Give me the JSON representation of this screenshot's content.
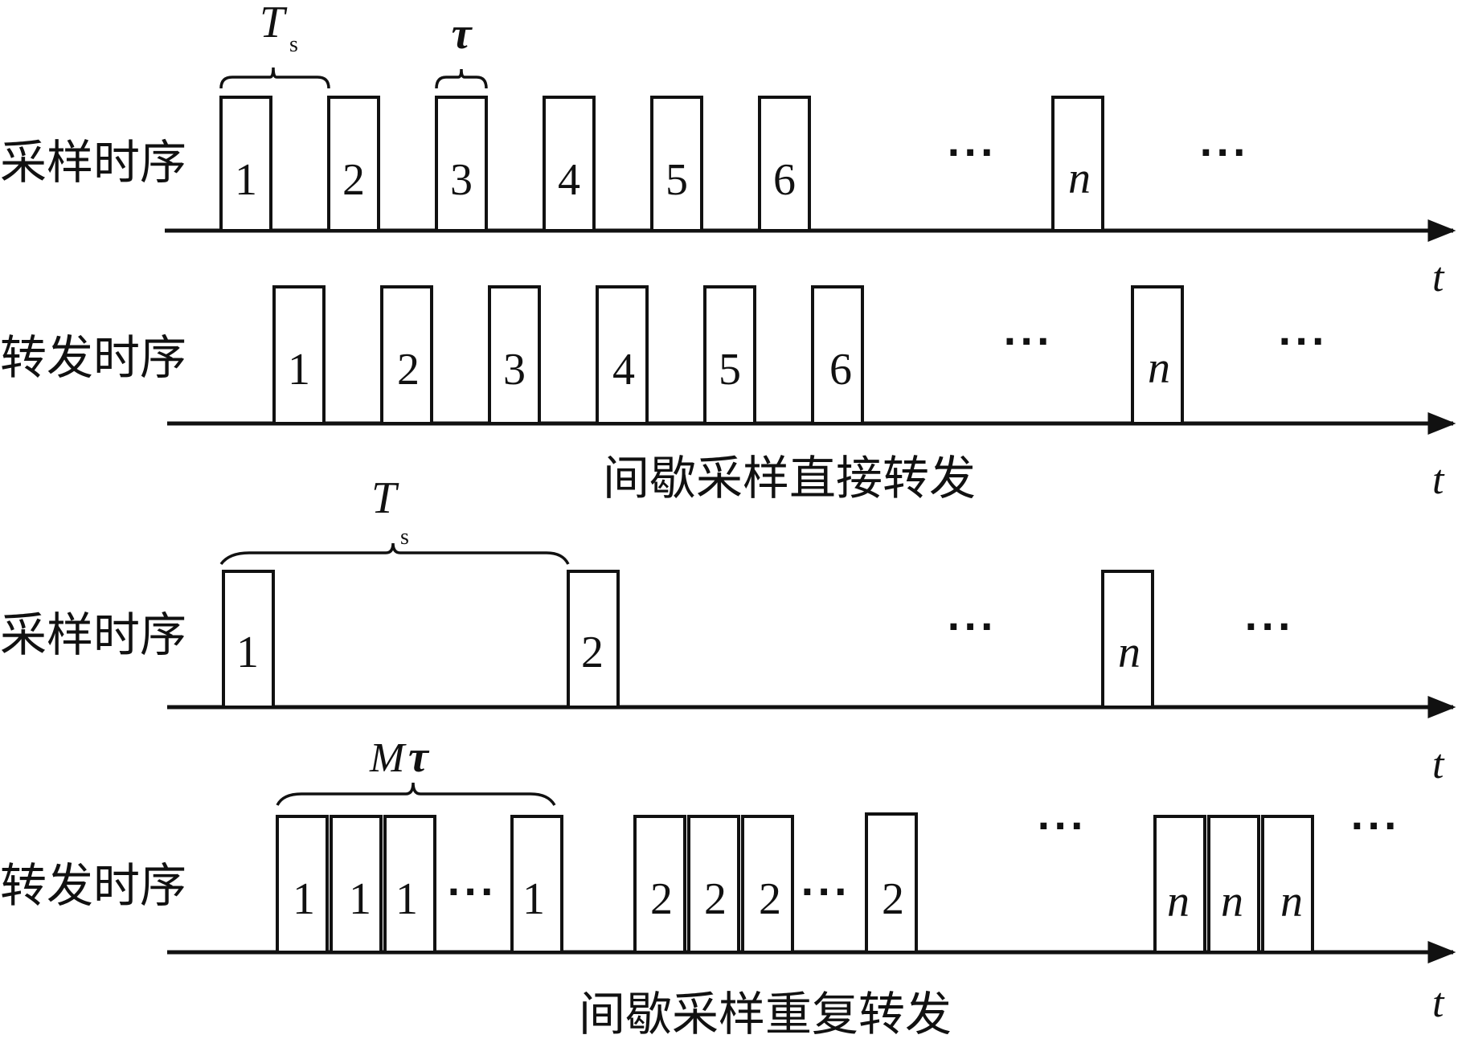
{
  "sections": [
    {
      "caption": "间歇采样直接转发",
      "rows": [
        {
          "label": "采样时序",
          "axis_label": "t",
          "pulses": [
            "1",
            "2",
            "3",
            "4",
            "5",
            "6",
            "n"
          ],
          "ellipses": [
            "···",
            "···"
          ]
        },
        {
          "label": "转发时序",
          "axis_label": "t",
          "pulses": [
            "1",
            "2",
            "3",
            "4",
            "5",
            "6",
            "n"
          ],
          "ellipses": [
            "···",
            "···"
          ]
        }
      ],
      "annotations": {
        "period": {
          "symbol": "T",
          "subscript": "s"
        },
        "width": {
          "symbol": "τ"
        }
      }
    },
    {
      "caption": "间歇采样重复转发",
      "rows": [
        {
          "label": "采样时序",
          "axis_label": "t",
          "pulses": [
            "1",
            "2",
            "n"
          ],
          "ellipses": [
            "···",
            "···"
          ]
        },
        {
          "label": "转发时序",
          "axis_label": "t",
          "pulses": [
            "1",
            "1",
            "1",
            "1",
            "2",
            "2",
            "2",
            "2",
            "n",
            "n",
            "n"
          ],
          "ellipses": [
            "···",
            "···",
            "···",
            "···"
          ]
        }
      ],
      "annotations": {
        "period": {
          "symbol": "T",
          "subscript": "s"
        },
        "repeat": {
          "symbol": "M",
          "tau": "τ"
        }
      }
    }
  ]
}
